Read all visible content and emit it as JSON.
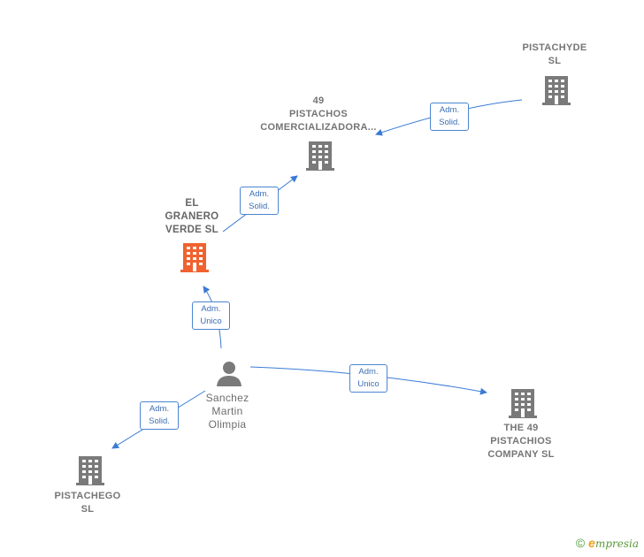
{
  "nodes": {
    "pistachyde": {
      "label": "PISTACHYDE\nSL"
    },
    "pistachos49": {
      "label": "49\nPISTACHOS\nCOMERCIALIZADORA..."
    },
    "granero": {
      "label": "EL\nGRANERO\nVERDE  SL"
    },
    "person": {
      "label": "Sanchez\nMartin\nOlimpia"
    },
    "pistachego": {
      "label": "PISTACHEGO\nSL"
    },
    "the49": {
      "label": "THE 49\nPISTACHIOS\nCOMPANY  SL"
    }
  },
  "edges": [
    {
      "label": "Adm.\nSolid."
    },
    {
      "label": "Adm.\nSolid."
    },
    {
      "label": "Adm.\nUnico"
    },
    {
      "label": "Adm.\nUnico"
    },
    {
      "label": "Adm.\nSolid."
    }
  ],
  "colors": {
    "node": "#7a7a7a",
    "focus": "#f0622f",
    "edge": "#3a7bd5"
  },
  "brand": {
    "symbol": "©",
    "initial": "e",
    "rest": "mpresia"
  }
}
